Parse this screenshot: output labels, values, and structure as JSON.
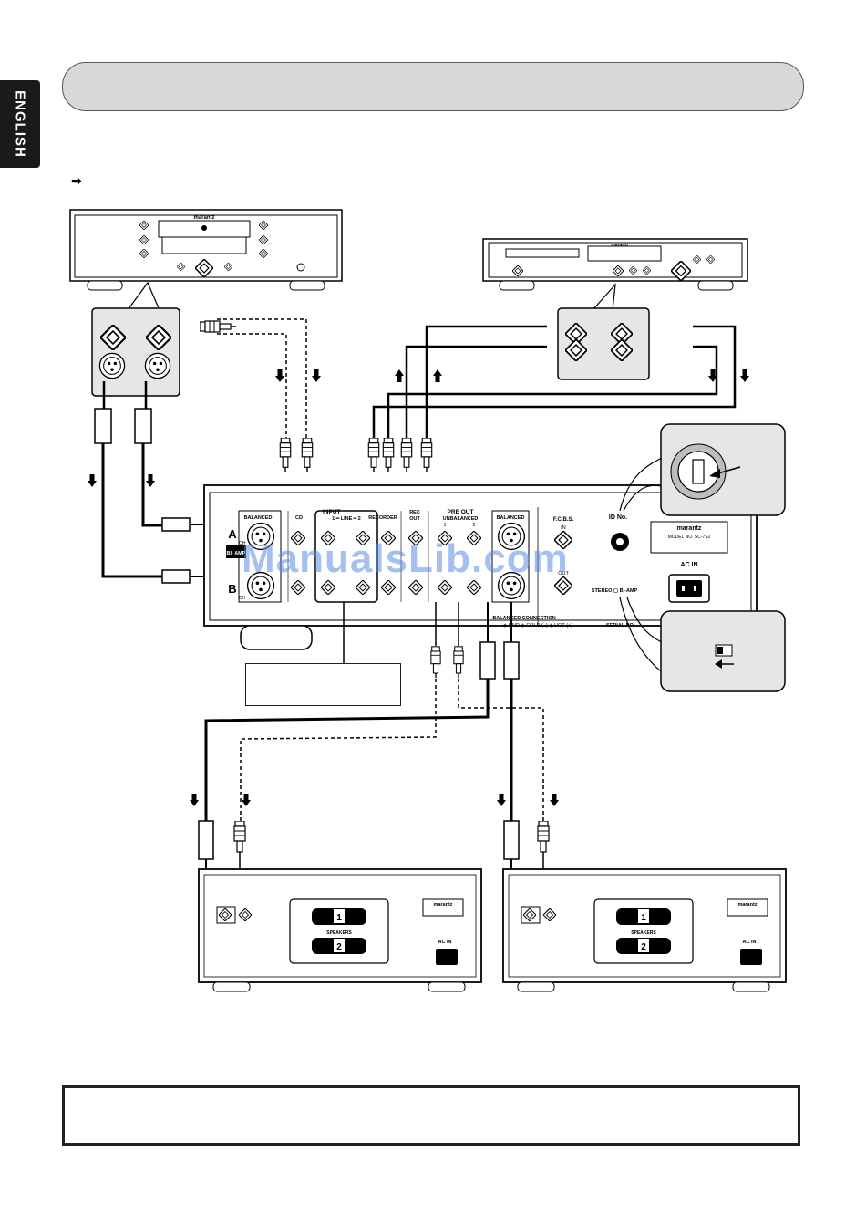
{
  "language_tab": "ENGLISH",
  "ref_arrow": "➡",
  "sources": {
    "cd_player_brand": "marantz",
    "recorder_brand": "marantz"
  },
  "preamp": {
    "brand": "marantz",
    "model": "MODEL NO. SC-7S2",
    "labels": {
      "input": "INPUT",
      "cd": "CD",
      "line": "1 ━ LINE ━ 2",
      "balanced_in": "BALANCED",
      "recorder": "RECORDER",
      "rec_out": "REC",
      "rec_out2": "OUT",
      "pre_out": "PRE OUT",
      "unbalanced": "UNBALANCED",
      "balanced_out": "BALANCED",
      "one": "1",
      "two": "2",
      "fcbs": "F.C.B.S.",
      "fcbs_in": "IN",
      "fcbs_out": "OUT",
      "id_no": "ID No.",
      "ac_in": "AC IN",
      "stereo_biamp": "STEREO ▢ BI-AMP",
      "balanced_conn": "BALANCED CONNECTION",
      "pins": "◈ GND  ◈ COLD (−)  ◈ HOT (+)",
      "serial": "SERIAL NO.",
      "ch_a": "A",
      "ch_b": "B",
      "ch": "CH",
      "biamp_tag": "BI- AMP"
    }
  },
  "power_amps": {
    "brand": "marantz",
    "speakers": "SPEAKERS",
    "ac_in": "AC IN",
    "one": "1",
    "two": "2"
  },
  "watermark": "ManualsLib.com",
  "colors": {
    "title_bar": "#d8d8d8",
    "tab": "#1a1a1a",
    "watermark": "#5a8ce6"
  }
}
